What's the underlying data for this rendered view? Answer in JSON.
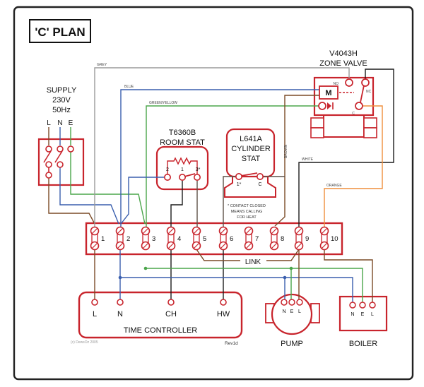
{
  "title": "'C' PLAN",
  "supply": {
    "line1": "SUPPLY",
    "line2": "230V",
    "line3": "50Hz",
    "terminals": [
      "L",
      "N",
      "E"
    ]
  },
  "zone_valve": {
    "title_line1": "V4043H",
    "title_line2": "ZONE VALVE",
    "motor_label": "M",
    "contacts": {
      "no": "NO",
      "nc": "NC",
      "c": "C"
    }
  },
  "room_stat": {
    "title_line1": "T6360B",
    "title_line2": "ROOM STAT",
    "terminals": [
      "2",
      "1",
      "3*"
    ]
  },
  "cylinder_stat": {
    "title_line1": "L641A",
    "title_line2": "CYLINDER",
    "title_line3": "STAT",
    "terminals": [
      "1*",
      "C"
    ],
    "note_line1": "* CONTACT CLOSED",
    "note_line2": "MEANS CALLING",
    "note_line3": "FOR HEAT"
  },
  "terminal_strip": {
    "terminals": [
      "1",
      "2",
      "3",
      "4",
      "5",
      "6",
      "7",
      "8",
      "9",
      "10"
    ],
    "link_label": "LINK"
  },
  "time_controller": {
    "title": "TIME CONTROLLER",
    "terminals": [
      "L",
      "N",
      "CH",
      "HW"
    ],
    "copyright": "(c) DewsOz 2005",
    "revision": "Rev1d"
  },
  "pump": {
    "title": "PUMP",
    "terminals": [
      "N",
      "E",
      "L"
    ]
  },
  "boiler": {
    "title": "BOILER",
    "terminals": [
      "N",
      "E",
      "L"
    ]
  },
  "wire_labels": {
    "grey": "GREY",
    "blue": "BLUE",
    "green_yellow": "GREEN/YELLOW",
    "brown": "BROWN",
    "white": "WHITE",
    "orange": "ORANGE"
  },
  "colors": {
    "component_red": "#c8242c",
    "wire_brown": "#7a4a26",
    "wire_blue": "#3a5fae",
    "wire_green": "#4aa54a",
    "wire_grey": "#9a9a9a",
    "wire_black": "#1c1c1c",
    "wire_orange": "#ef8e3b",
    "wire_dark": "#5d5148",
    "text": "#111111"
  }
}
